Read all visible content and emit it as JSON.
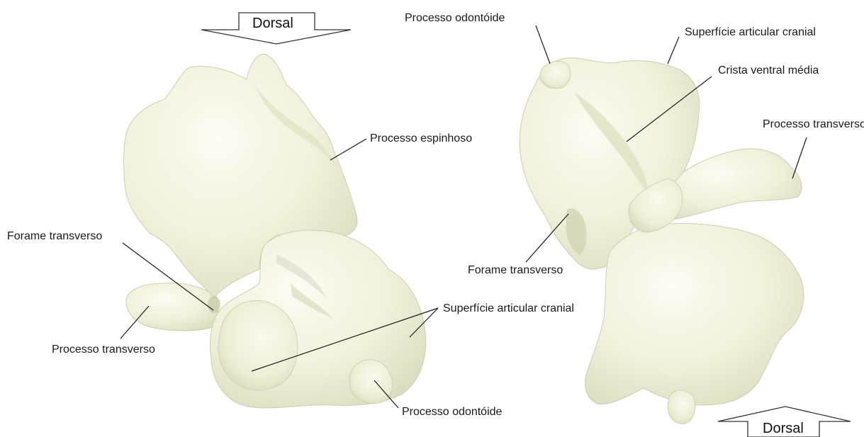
{
  "figure": {
    "left_view": {
      "orientation_label": "Dorsal",
      "labels": {
        "processo_espinhoso": "Processo espinhoso",
        "forame_transverso": "Forame transverso",
        "processo_transverso": "Processo transverso",
        "superficie_articular_cranial": "Superfície articular cranial",
        "processo_odontoide": "Processo odontóide"
      }
    },
    "right_view": {
      "orientation_label": "Dorsal",
      "labels": {
        "processo_odontoide": "Processo odontóide",
        "superficie_articular_cranial": "Superfície articular cranial",
        "crista_ventral_media": "Crista ventral média",
        "processo_transverso": "Processo transverso",
        "forame_transverso": "Forame transverso"
      }
    }
  },
  "colors": {
    "bone_fill": "#f1f1dc",
    "bone_shadow": "#d9d9bc",
    "bone_highlight": "#fbfbef",
    "leader_line": "#1a1a1a",
    "arrow_stroke": "#333333"
  }
}
